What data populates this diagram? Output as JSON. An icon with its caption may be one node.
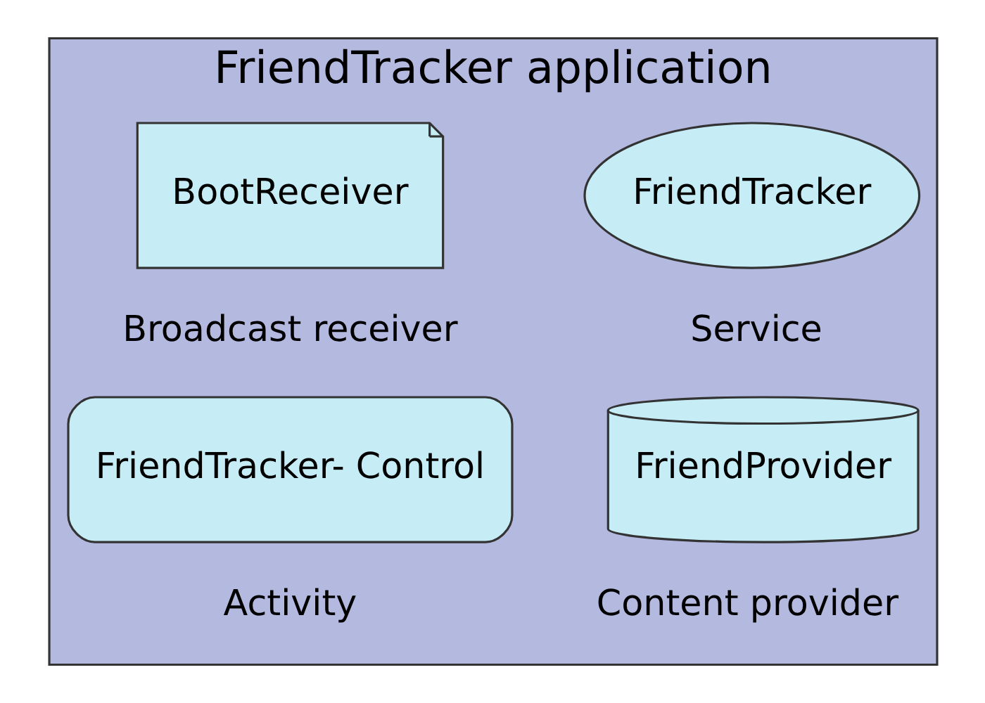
{
  "diagram": {
    "nodes": [
      {
        "text": [
          "FriendTracker application"
        ]
      },
      {
        "text": [
          "BootReceiver"
        ],
        "in": 0,
        "beside": [
          "Broadcast receiver"
        ]
      },
      {
        "text": [
          "FriendTracker"
        ],
        "in": 0,
        "beside": [
          "Service"
        ]
      },
      {
        "text": [
          "FriendTracker- Control"
        ],
        "in": 0,
        "beside": [
          "Activity"
        ]
      },
      {
        "text": [
          "FriendProvider"
        ],
        "in": 0,
        "beside": [
          "Content provider"
        ]
      }
    ]
  }
}
